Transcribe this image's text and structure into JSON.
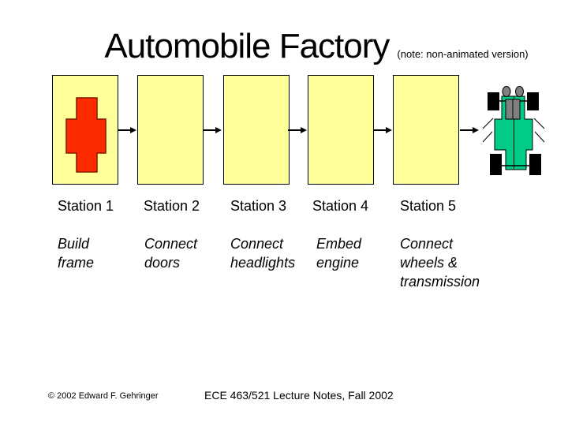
{
  "slide": {
    "title": "Automobile Factory",
    "title_note": "(note: non-animated version)"
  },
  "stations": [
    {
      "name": "Station 1",
      "task": "Build\nframe"
    },
    {
      "name": "Station 2",
      "task": "Connect\ndoors"
    },
    {
      "name": "Station 3",
      "task": "Connect\nheadlights"
    },
    {
      "name": "Station 4",
      "task": "Embed\nengine"
    },
    {
      "name": "Station 5",
      "task": "Connect\nwheels &\ntransmission"
    }
  ],
  "icons": {
    "frame": "car-frame-cross",
    "car": "assembled-car-top-view",
    "arrows": "right-arrow"
  },
  "colors": {
    "background": "#FFFFFF",
    "station_box_fill": "#FFFF99",
    "box_border": "#000000",
    "frame_red": "#FF2B00",
    "frame_border": "#801900",
    "car_green": "#00CC88",
    "metal_gray": "#808080",
    "wheel_black": "#000000"
  },
  "footer": {
    "copyright": "© 2002 Edward F. Gehringer",
    "course": "ECE 463/521 Lecture Notes, Fall 2002"
  }
}
